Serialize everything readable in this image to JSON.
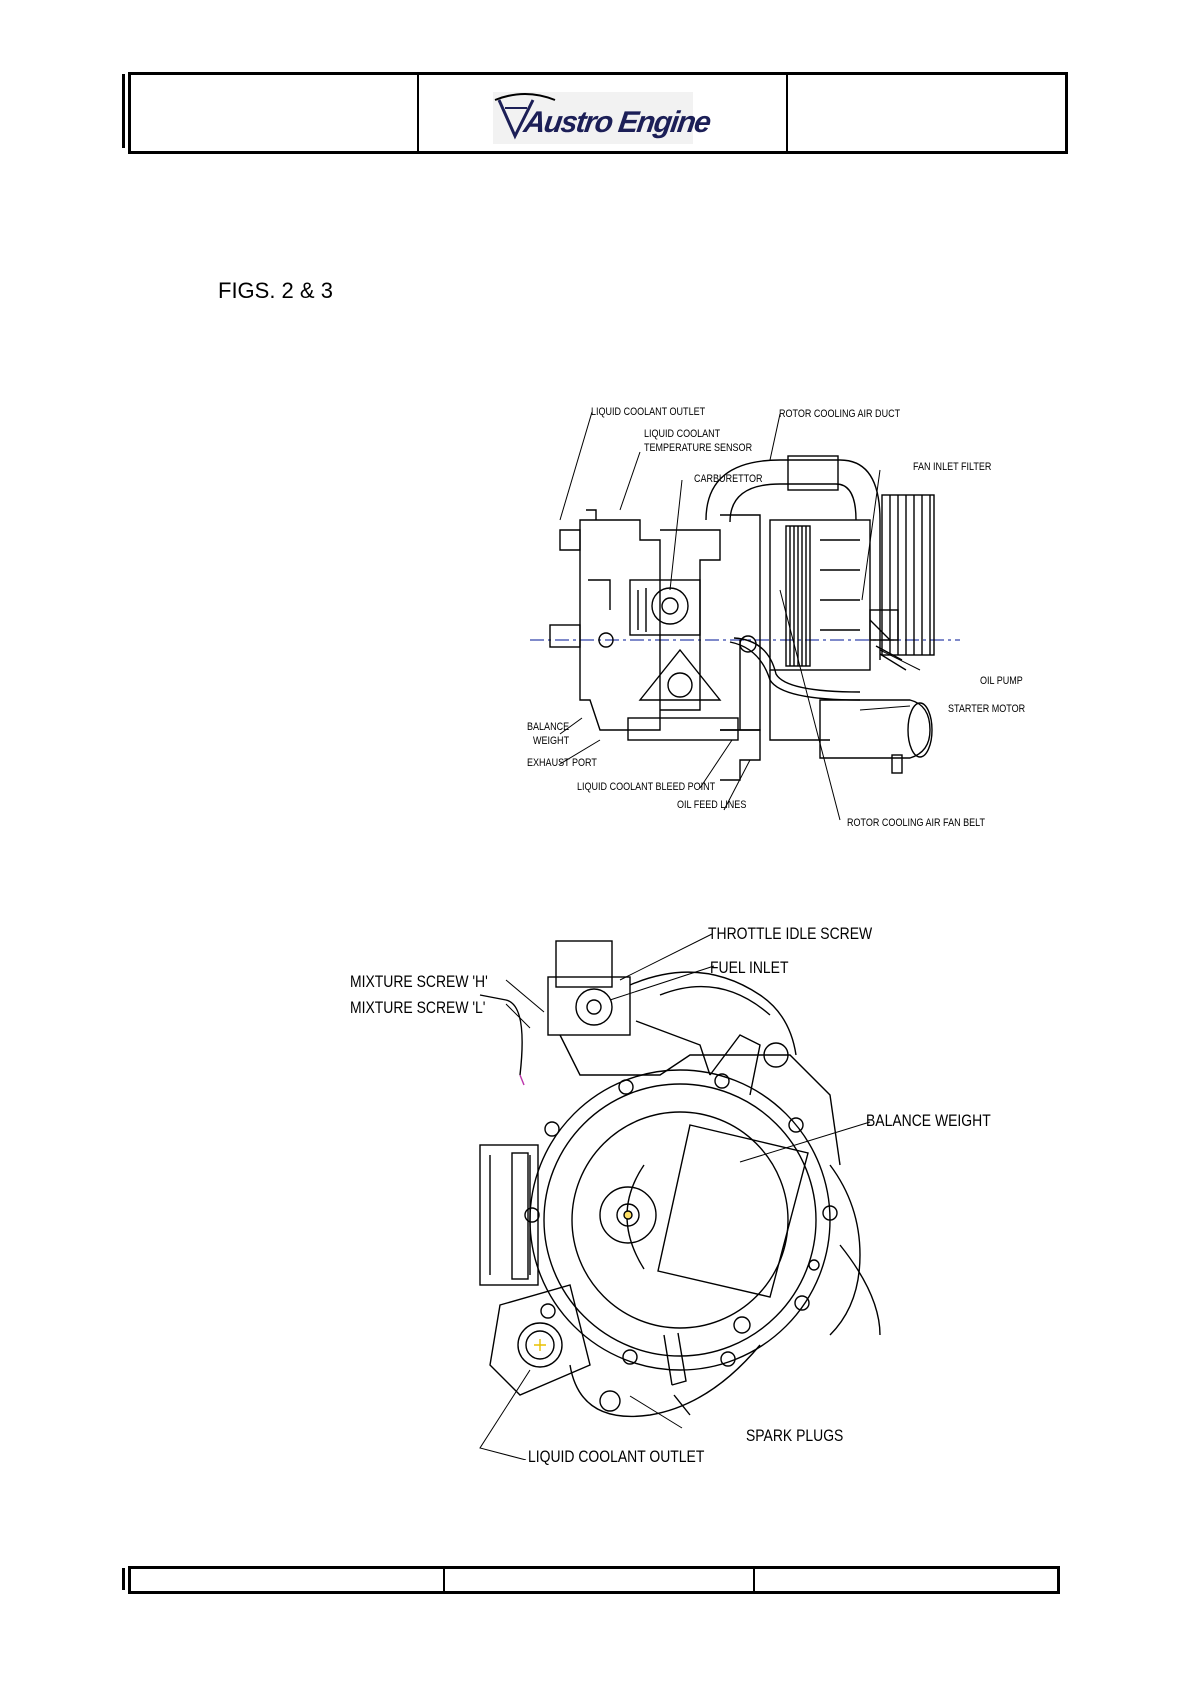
{
  "header": {
    "logo_text": "Austro Engine"
  },
  "figure_title": "FIGS.  2 & 3",
  "fig2": {
    "labels": [
      "LIQUID COOLANT OUTLET",
      "ROTOR COOLING AIR DUCT",
      "LIQUID COOLANT",
      "TEMPERATURE SENSOR",
      "CARBURETTOR",
      "FAN INLET FILTER",
      "OIL PUMP",
      "STARTER MOTOR",
      "BALANCE",
      "WEIGHT",
      "EXHAUST PORT",
      "LIQUID COOLANT BLEED POINT",
      "OIL FEED LINES",
      "ROTOR COOLING AIR FAN BELT"
    ]
  },
  "fig3": {
    "labels": [
      "THROTTLE IDLE SCREW",
      "FUEL INLET",
      "MIXTURE SCREW 'H'",
      "MIXTURE SCREW 'L'",
      "BALANCE WEIGHT",
      "SPARK PLUGS",
      "LIQUID COOLANT OUTLET"
    ]
  }
}
